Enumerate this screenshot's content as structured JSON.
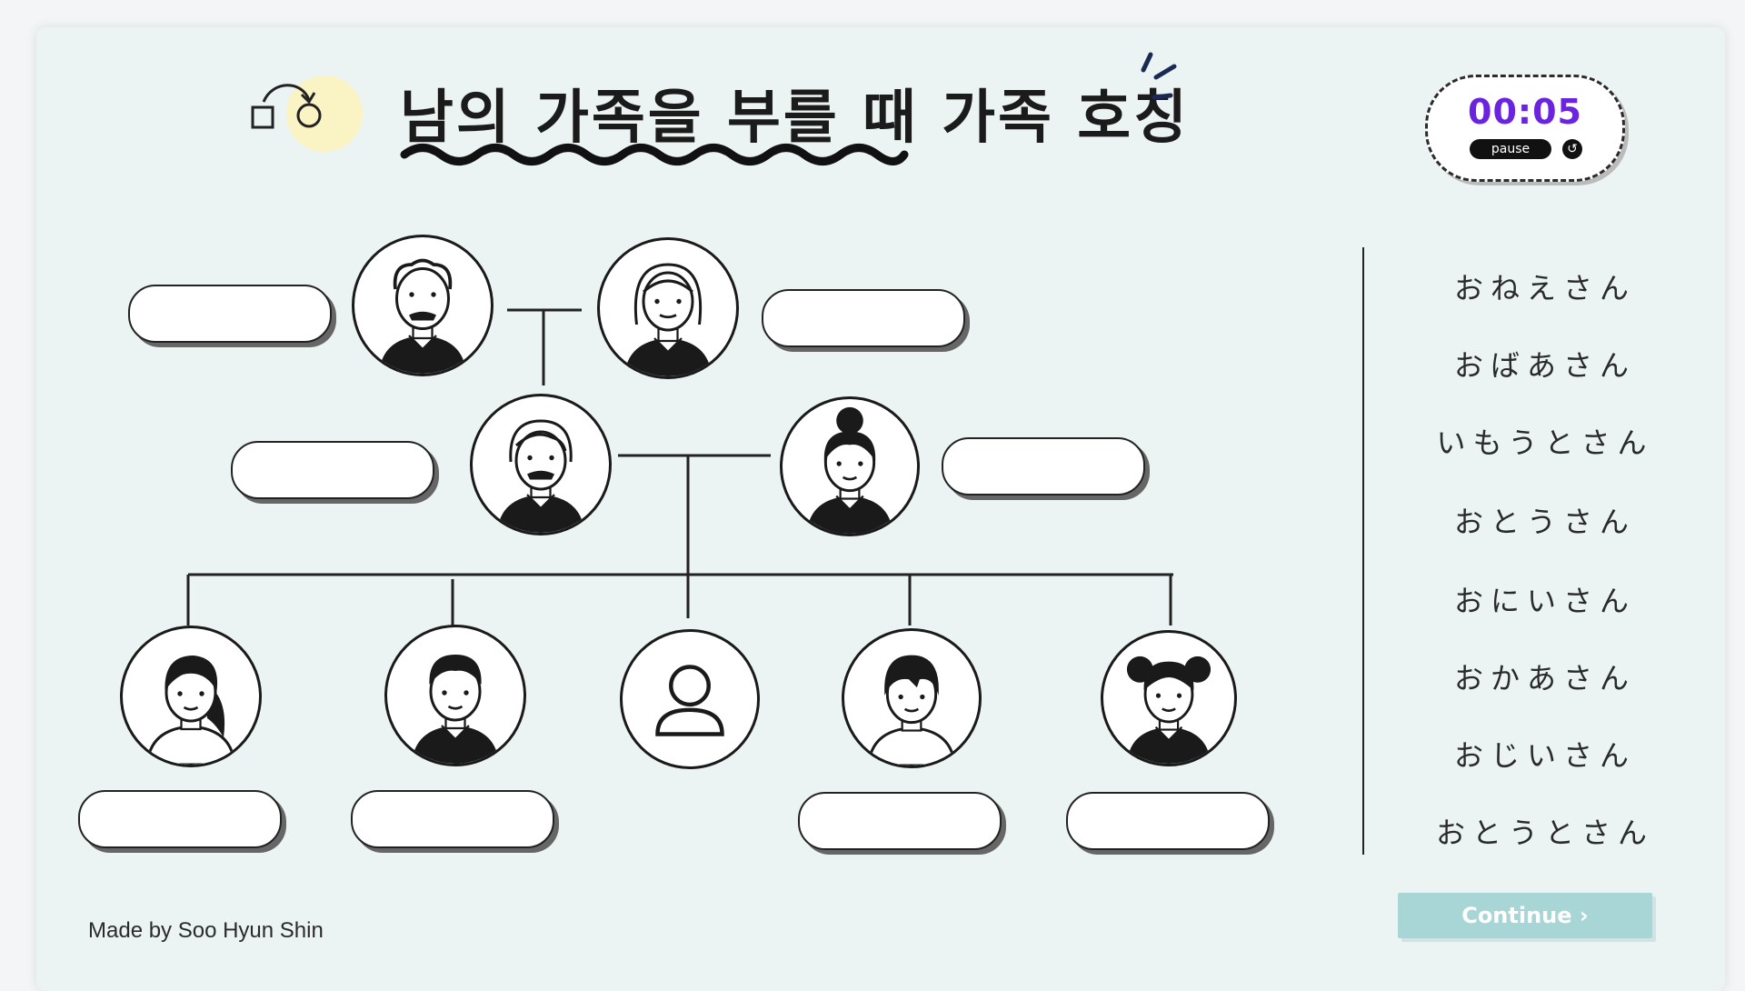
{
  "header": {
    "title": "남의 가족을 부를 때 가족 호칭"
  },
  "timer": {
    "time": "00:05",
    "pause_label": "pause",
    "reset_glyph": "↺",
    "time_color": "#6a24e0"
  },
  "word_bank": [
    "おねえさん",
    "おばあさん",
    "いもうとさん",
    "おとうさん",
    "おにいさん",
    "おかあさん",
    "おじいさん",
    "おとうとさん"
  ],
  "footer": {
    "credit": "Made by Soo Hyun Shin",
    "continue_label": "Continue ›"
  },
  "family": {
    "members": [
      {
        "role": "grandfather"
      },
      {
        "role": "grandmother"
      },
      {
        "role": "father"
      },
      {
        "role": "mother"
      },
      {
        "role": "older-sister"
      },
      {
        "role": "older-brother"
      },
      {
        "role": "self"
      },
      {
        "role": "younger-brother"
      },
      {
        "role": "younger-sister"
      }
    ]
  },
  "colors": {
    "card_background": "#ebf4f3",
    "continue_button": "#a8d6d6",
    "title_underline": "#111111"
  }
}
